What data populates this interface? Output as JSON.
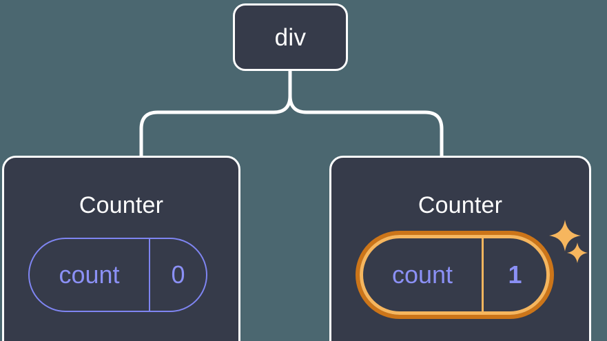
{
  "diagram": {
    "type": "component-tree",
    "background_color": "#4b6770",
    "node_fill_color": "#363b4a",
    "node_border_color": "#ffffff",
    "accent_purple": "#8b90f5",
    "highlight_outer_color": "#cc7519",
    "highlight_inner_color": "#f6b65e",
    "connector_color": "#ffffff"
  },
  "root": {
    "label": "div"
  },
  "children": [
    {
      "title": "Counter",
      "state": {
        "key": "count",
        "value": "0"
      },
      "highlighted": false
    },
    {
      "title": "Counter",
      "state": {
        "key": "count",
        "value": "1"
      },
      "highlighted": true,
      "sparkles": [
        "sparkle-large",
        "sparkle-small"
      ]
    }
  ]
}
